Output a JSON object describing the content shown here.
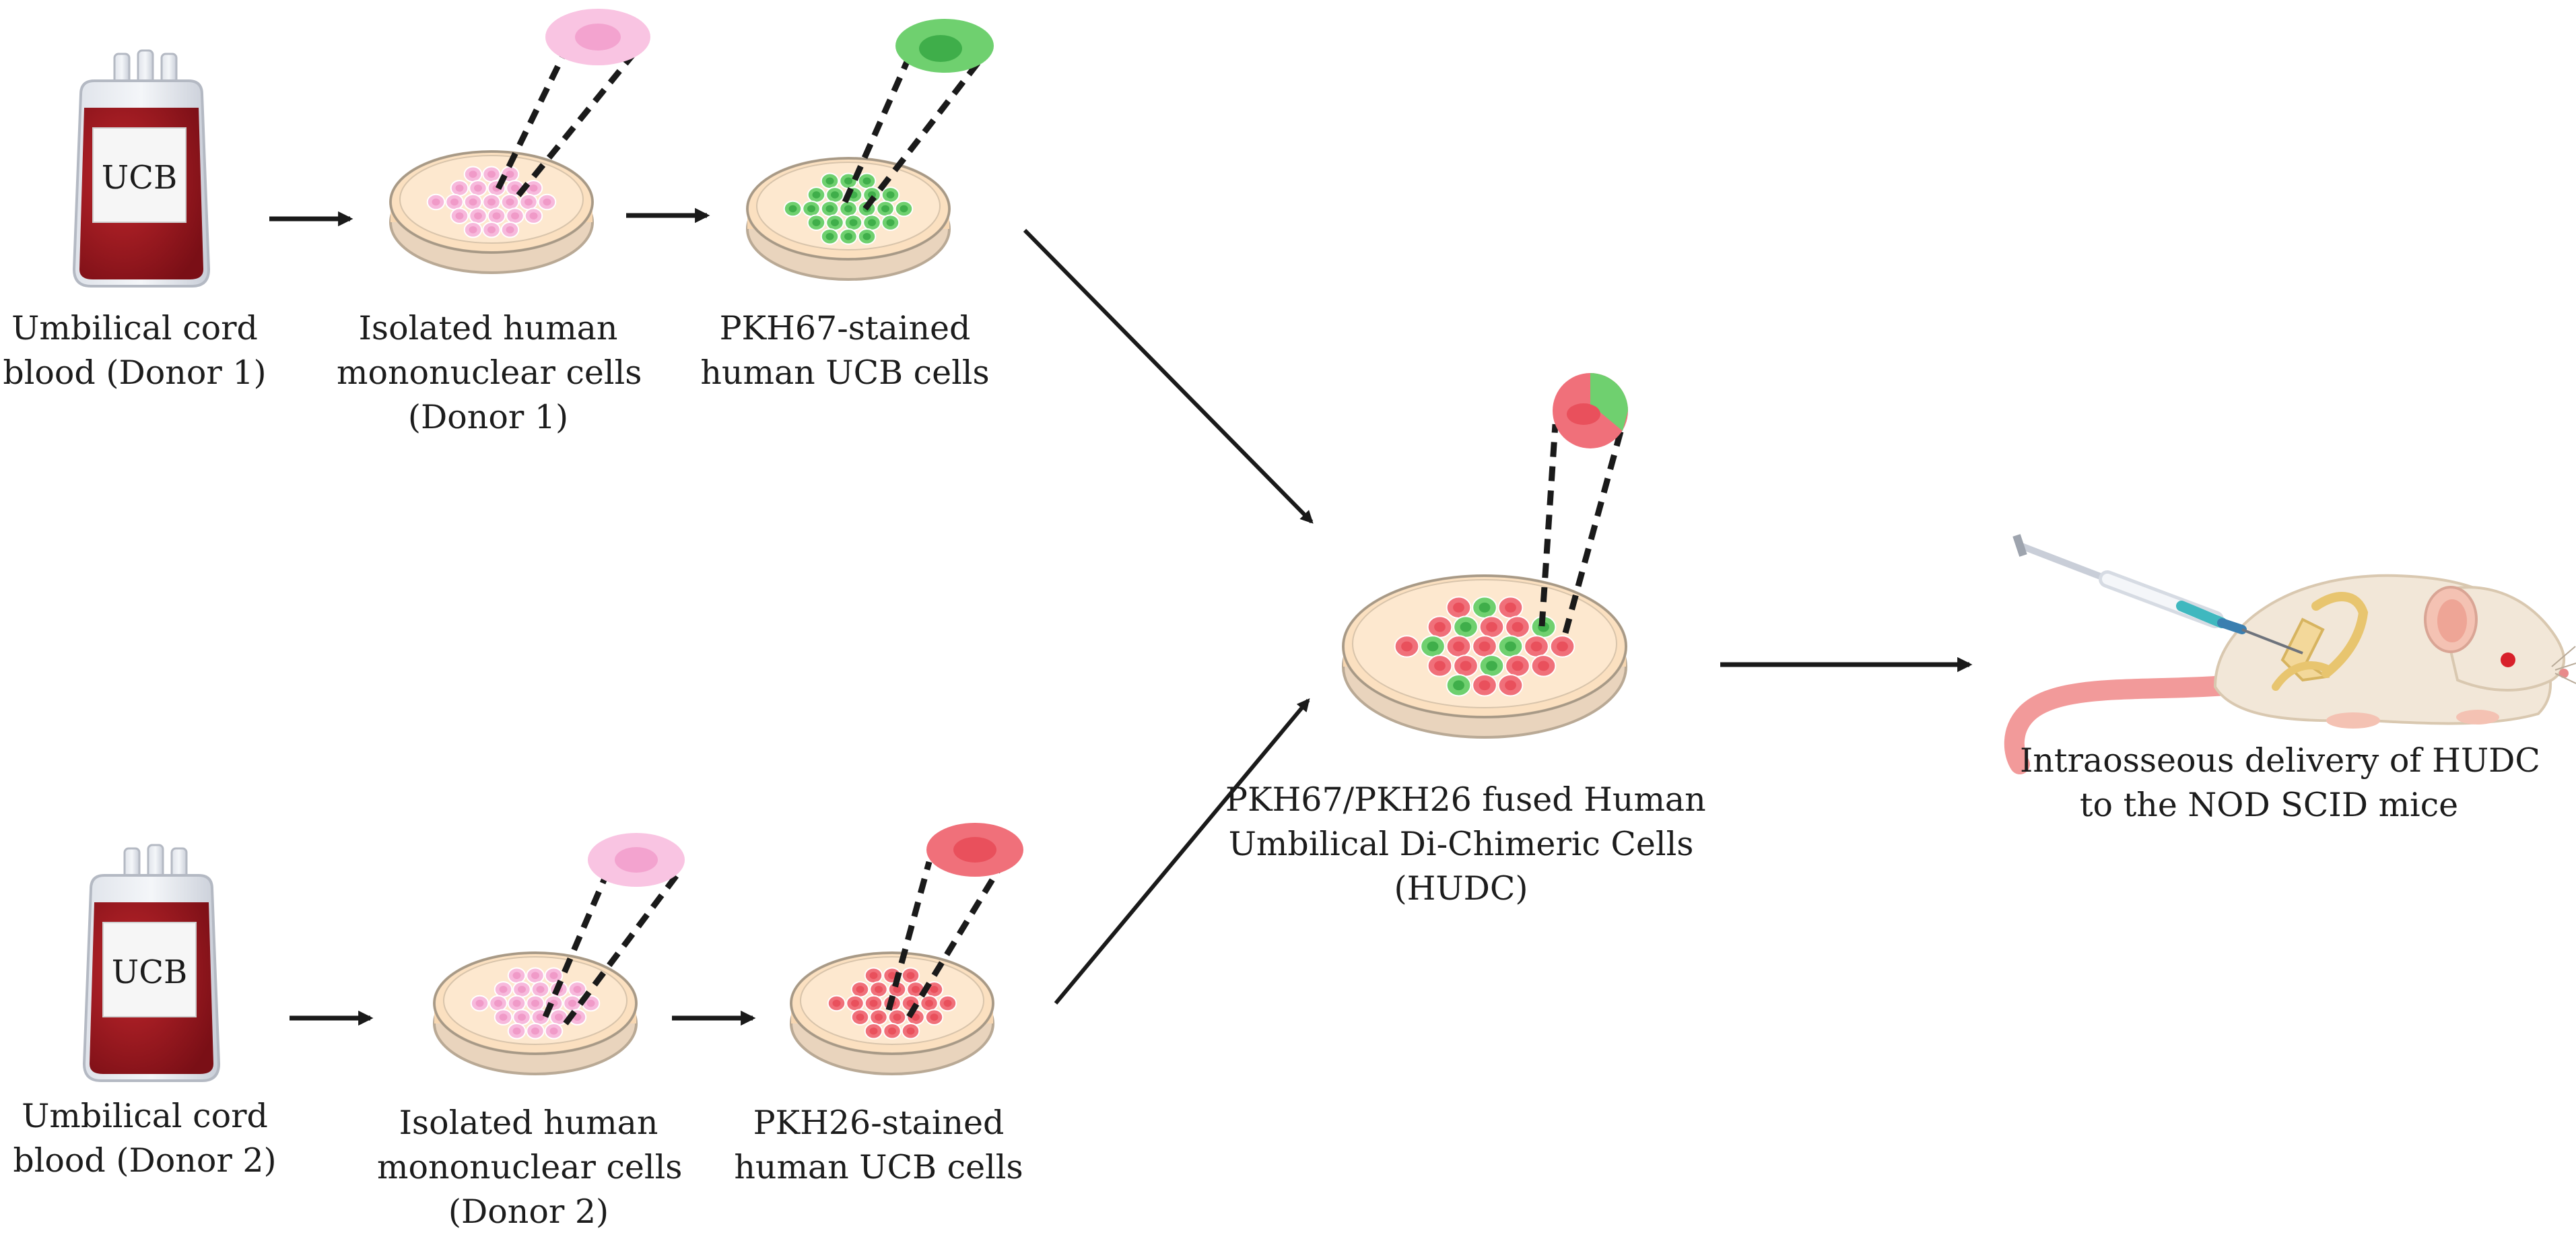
{
  "bag_label": "UCB",
  "donor1": {
    "source": [
      "Umbilical cord",
      "blood (Donor 1)"
    ],
    "isolated": [
      "Isolated human",
      "mononuclear cells",
      "(Donor 1)"
    ],
    "stained": [
      "PKH67-stained",
      "human UCB cells"
    ]
  },
  "donor2": {
    "source": [
      "Umbilical cord",
      "blood (Donor 2)"
    ],
    "isolated": [
      "Isolated human",
      "mononuclear cells",
      "(Donor 2)"
    ],
    "stained": [
      "PKH26-stained",
      "human UCB cells"
    ]
  },
  "fused": [
    "PKH67/PKH26 fused Human",
    "Umbilical Di-Chimeric Cells",
    "(HUDC)"
  ],
  "delivery": [
    "Intraosseous delivery of HUDC",
    "to the NOD SCID mice"
  ],
  "colors": {
    "pink_cell": "#f7b9dc",
    "green_cell": "#6fd06f",
    "red_cell": "#f0707a",
    "dish_medium": "#fbe0c0",
    "blood": "#9e1820"
  }
}
